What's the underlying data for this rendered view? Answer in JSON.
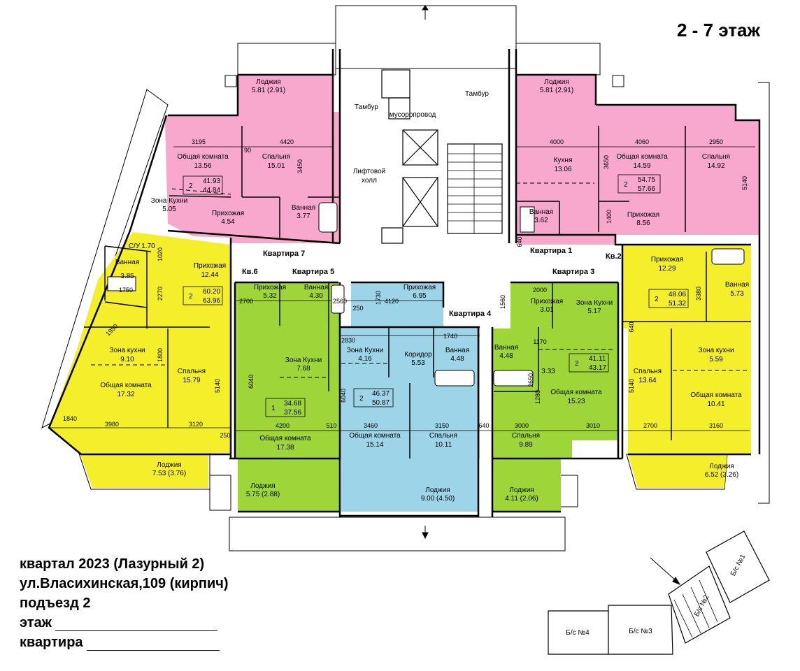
{
  "floor_title": "2 - 7 этаж",
  "info": {
    "line1": "квартал 2023 (Лазурный 2)",
    "line2": "ул.Власихинская,109 (кирпич)",
    "line3": "подъезд  2",
    "floor_label": "этаж",
    "apartment_label": "квартира"
  },
  "colors": {
    "pink": "#f7a8cc",
    "yellow": "#f5ee2a",
    "green": "#9ed63a",
    "blue": "#9dd4e8"
  },
  "apartments": [
    {
      "label": "Квартира 7",
      "color": "pink",
      "rooms": 2,
      "area_living": "41.93",
      "area_total": "44.84"
    },
    {
      "label": "Квартира 1",
      "color": "pink",
      "rooms": 2,
      "area_living": "54.75",
      "area_total": "57.66"
    },
    {
      "label": "Кв.6",
      "color": "yellow",
      "rooms": 2,
      "area_living": "60.20",
      "area_total": "63.96"
    },
    {
      "label": "Квартира 5",
      "color": "green",
      "rooms": 1,
      "area_living": "34.68",
      "area_total": "37.56"
    },
    {
      "label": "Квартира 4",
      "color": "blue",
      "rooms": 2,
      "area_living": "46.37",
      "area_total": "50.87"
    },
    {
      "label": "Квартира 3",
      "color": "green",
      "rooms": 2,
      "area_living": "41.11",
      "area_total": "43.17"
    },
    {
      "label": "Кв.2",
      "color": "yellow",
      "rooms": 2,
      "area_living": "48.06",
      "area_total": "51.32"
    }
  ],
  "rooms": [
    {
      "name": "Лоджия",
      "area": "5.81 (2.91)"
    },
    {
      "name": "Общая комната",
      "area": "13.56"
    },
    {
      "name": "Спальня",
      "area": "15.01"
    },
    {
      "name": "Зона Кухни",
      "area": "5.05"
    },
    {
      "name": "Прихожая",
      "area": "4.54"
    },
    {
      "name": "Ванная",
      "area": "3.77"
    },
    {
      "name": "Лоджия",
      "area": "5.81 (2.91)"
    },
    {
      "name": "Кухня",
      "area": "13.06"
    },
    {
      "name": "Общая комната",
      "area": "14.59"
    },
    {
      "name": "Спальня",
      "area": "14.92"
    },
    {
      "name": "Ванная",
      "area": "3.62"
    },
    {
      "name": "Прихожая",
      "area": "8.56"
    },
    {
      "name": "С/У",
      "area": "1.70"
    },
    {
      "name": "Ванная",
      "area": "3.85"
    },
    {
      "name": "Прихожая",
      "area": "12.44"
    },
    {
      "name": "Зона кухни",
      "area": "9.10"
    },
    {
      "name": "Общая комната",
      "area": "17.32"
    },
    {
      "name": "Спальня",
      "area": "15.79"
    },
    {
      "name": "Лоджия",
      "area": "7.53 (3.76)"
    },
    {
      "name": "Прихожая",
      "area": "5.32"
    },
    {
      "name": "Ванная",
      "area": "4.30"
    },
    {
      "name": "Зона Кухни",
      "area": "7.68"
    },
    {
      "name": "Общая комната",
      "area": "17.38"
    },
    {
      "name": "Лоджия",
      "area": "5.75 (2.88)"
    },
    {
      "name": "Прихожая",
      "area": "6.95"
    },
    {
      "name": "Зона Кухни",
      "area": "4.16"
    },
    {
      "name": "Коридор",
      "area": "5.53"
    },
    {
      "name": "Ванная",
      "area": "4.48"
    },
    {
      "name": "Общая комната",
      "area": "15.14"
    },
    {
      "name": "Спальня",
      "area": "10.11"
    },
    {
      "name": "Лоджия",
      "area": "9.00 (4.50)"
    },
    {
      "name": "Ванная",
      "area": "4.48"
    },
    {
      "name": "Прихожая",
      "area": "3.01"
    },
    {
      "name": "Зона Кухни",
      "area": "5.17"
    },
    {
      "name": "",
      "area": "3.33"
    },
    {
      "name": "Общая комната",
      "area": "15.23"
    },
    {
      "name": "Спальня",
      "area": "9.89"
    },
    {
      "name": "Лоджия",
      "area": "4.11 (2.06)"
    },
    {
      "name": "Прихожая",
      "area": "12.29"
    },
    {
      "name": "Ванная",
      "area": "5.73"
    },
    {
      "name": "Зона кухни",
      "area": "5.59"
    },
    {
      "name": "Спальня",
      "area": "13.64"
    },
    {
      "name": "Общая комната",
      "area": "10.41"
    },
    {
      "name": "Лоджия",
      "area": "6.52 (3.26)"
    }
  ],
  "common": {
    "vestibule": "Тамбур",
    "garbage": "мусоропровод",
    "lift_hall_1": "Лифтовой",
    "lift_hall_2": "холл"
  },
  "dimensions": [
    "3195",
    "4420",
    "4000",
    "4060",
    "2950",
    "90",
    "3450",
    "3650",
    "5140",
    "1400",
    "640",
    "1020",
    "2270",
    "1750",
    "1950",
    "1800",
    "5140",
    "3980",
    "3120",
    "1840",
    "250",
    "2700",
    "2560",
    "1730",
    "4120",
    "250",
    "2830",
    "1740",
    "1560",
    "2000",
    "1170",
    "6040",
    "6040",
    "4200",
    "510",
    "3460",
    "3150",
    "640",
    "3000",
    "3010",
    "2650",
    "1280",
    "2700",
    "3160",
    "3380",
    "640",
    "5140"
  ],
  "sections": [
    "Б/с №1",
    "Б/с №2",
    "Б/с №3",
    "Б/с №4"
  ]
}
